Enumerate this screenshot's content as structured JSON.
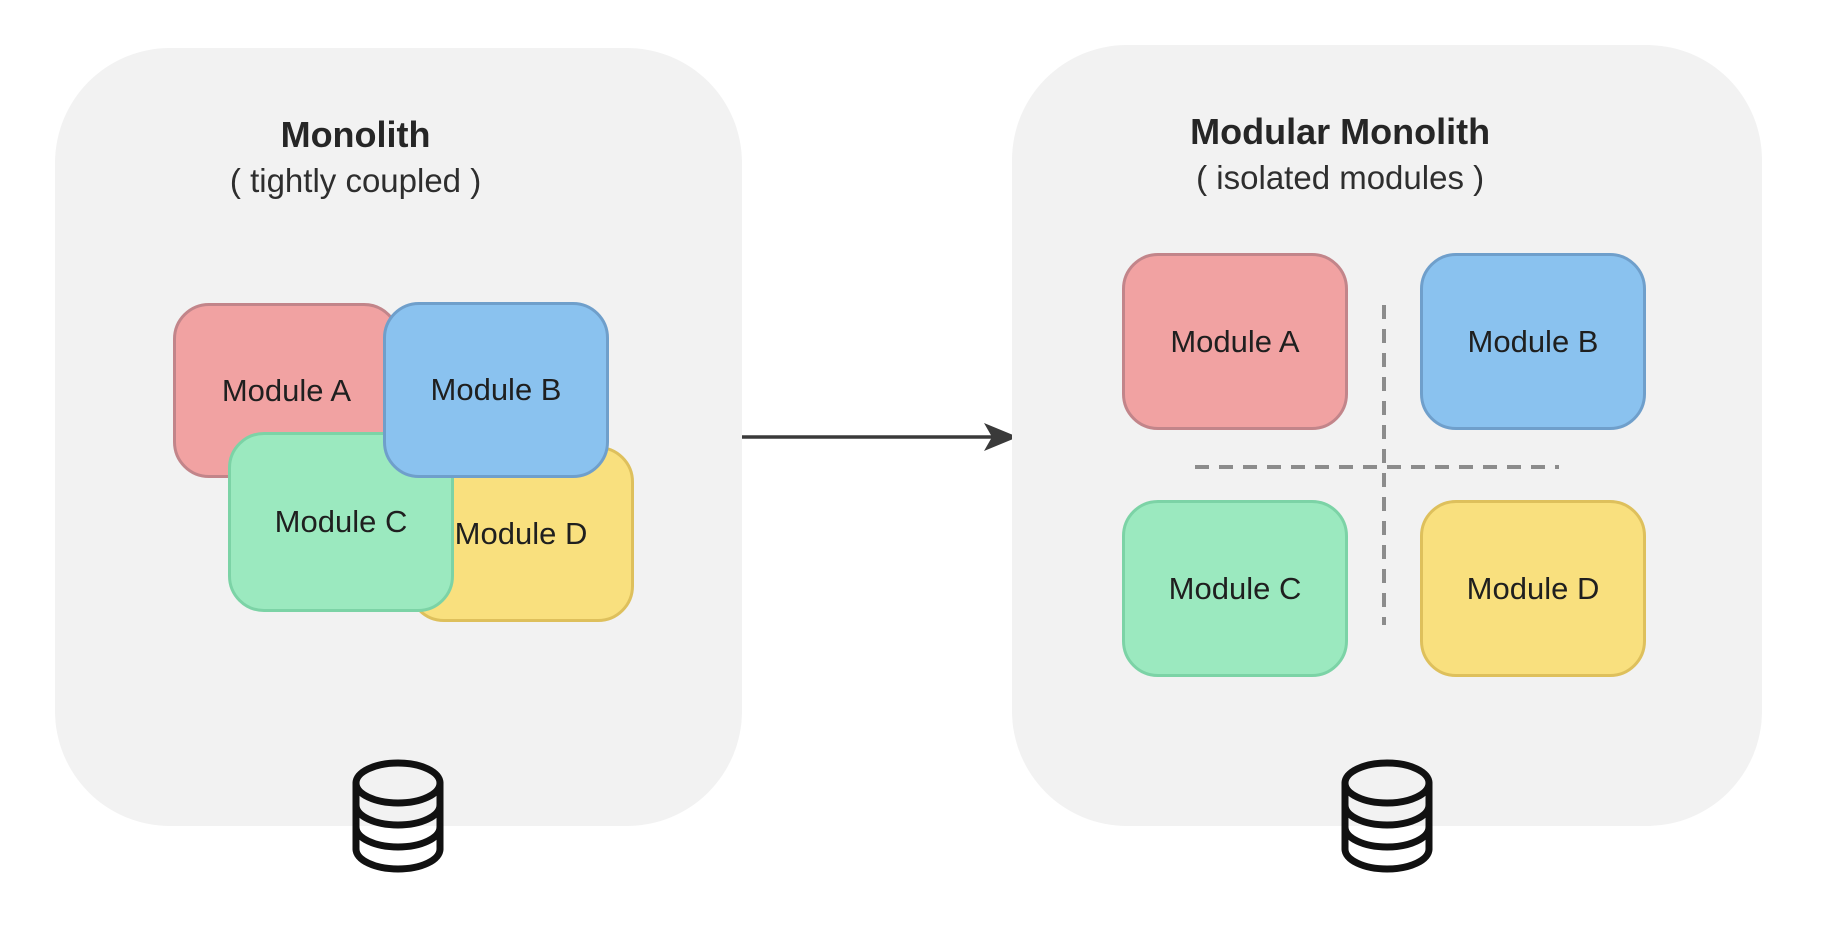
{
  "diagram": {
    "left_panel": {
      "title": "Monolith",
      "subtitle": "( tightly coupled )",
      "modules": [
        {
          "label": "Module A",
          "color": "pink"
        },
        {
          "label": "Module B",
          "color": "blue"
        },
        {
          "label": "Module C",
          "color": "green"
        },
        {
          "label": "Module D",
          "color": "yellow"
        }
      ],
      "bottom_icon": "database-icon"
    },
    "right_panel": {
      "title": "Modular Monolith",
      "subtitle": "( isolated modules )",
      "modules": [
        {
          "label": "Module A",
          "color": "pink"
        },
        {
          "label": "Module B",
          "color": "blue"
        },
        {
          "label": "Module C",
          "color": "green"
        },
        {
          "label": "Module D",
          "color": "yellow"
        }
      ],
      "dividers": "dashed-cross",
      "bottom_icon": "database-icon"
    },
    "connector": {
      "icon": "arrow-right-icon",
      "from": "left_panel",
      "to": "right_panel"
    }
  },
  "colors": {
    "canvas_bg": "#FFFFFF",
    "panel_bg": "#F2F2F2",
    "module_pink": {
      "fill": "#F1A2A2",
      "stroke": "#C2858A"
    },
    "module_blue": {
      "fill": "#8AC2EF",
      "stroke": "#6F9FCB"
    },
    "module_green": {
      "fill": "#9BE9BF",
      "stroke": "#7CD3A6"
    },
    "module_yellow": {
      "fill": "#F9E07E",
      "stroke": "#DEC05C"
    },
    "divider": "#8C8C8C",
    "arrow": "#3A3A3A",
    "database_icon": "#111111",
    "text": "#222222"
  }
}
